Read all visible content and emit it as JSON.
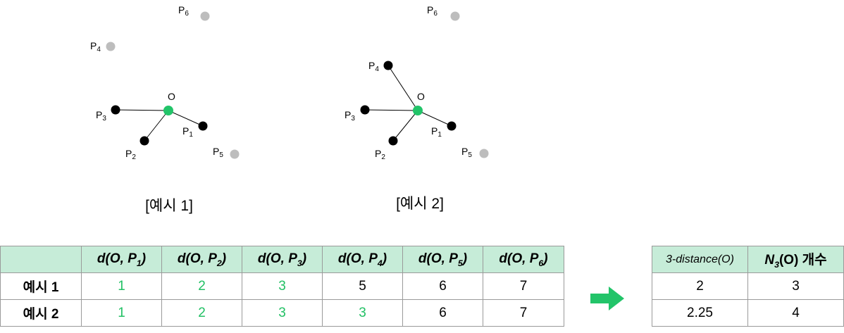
{
  "example1": {
    "caption": "[예시 1]",
    "origin_label": "O",
    "points": [
      {
        "id": "P6",
        "label": "P",
        "sub": "6",
        "state": "gray"
      },
      {
        "id": "P4",
        "label": "P",
        "sub": "4",
        "state": "gray"
      },
      {
        "id": "P3",
        "label": "P",
        "sub": "3",
        "state": "black"
      },
      {
        "id": "P2",
        "label": "P",
        "sub": "2",
        "state": "black"
      },
      {
        "id": "P1",
        "label": "P",
        "sub": "1",
        "state": "black"
      },
      {
        "id": "P5",
        "label": "P",
        "sub": "5",
        "state": "gray"
      }
    ]
  },
  "example2": {
    "caption": "[예시 2]",
    "origin_label": "O",
    "points": [
      {
        "id": "P6",
        "label": "P",
        "sub": "6",
        "state": "gray"
      },
      {
        "id": "P4",
        "label": "P",
        "sub": "4",
        "state": "black"
      },
      {
        "id": "P3",
        "label": "P",
        "sub": "3",
        "state": "black"
      },
      {
        "id": "P2",
        "label": "P",
        "sub": "2",
        "state": "black"
      },
      {
        "id": "P1",
        "label": "P",
        "sub": "1",
        "state": "black"
      },
      {
        "id": "P5",
        "label": "P",
        "sub": "5",
        "state": "gray"
      }
    ]
  },
  "colors": {
    "origin": "#22c469",
    "neighbor": "#000000",
    "other": "#bdbdbd",
    "header_bg": "#c6ecd8",
    "highlight_text": "#21c064",
    "arrow": "#22c469"
  },
  "distance_table": {
    "headers": [
      {
        "pre": "d(O, P",
        "sub": "1",
        "post": ")"
      },
      {
        "pre": "d(O, P",
        "sub": "2",
        "post": ")"
      },
      {
        "pre": "d(O, P",
        "sub": "3",
        "post": ")"
      },
      {
        "pre": "d(O, P",
        "sub": "4",
        "post": ")"
      },
      {
        "pre": "d(O, P",
        "sub": "5",
        "post": ")"
      },
      {
        "pre": "d(O, P",
        "sub": "6",
        "post": ")"
      }
    ],
    "rows": [
      {
        "label": "예시 1",
        "cells": [
          {
            "value": "1",
            "highlight": true
          },
          {
            "value": "2",
            "highlight": true
          },
          {
            "value": "3",
            "highlight": true
          },
          {
            "value": "5",
            "highlight": false
          },
          {
            "value": "6",
            "highlight": false
          },
          {
            "value": "7",
            "highlight": false
          }
        ]
      },
      {
        "label": "예시 2",
        "cells": [
          {
            "value": "1",
            "highlight": true
          },
          {
            "value": "2",
            "highlight": true
          },
          {
            "value": "3",
            "highlight": true
          },
          {
            "value": "3",
            "highlight": true
          },
          {
            "value": "6",
            "highlight": false
          },
          {
            "value": "7",
            "highlight": false
          }
        ]
      }
    ]
  },
  "result_table": {
    "header_distance": "3-distance(O)",
    "header_count_pre": "N",
    "header_count_sub": "3",
    "header_count_post": "(O) 개수",
    "rows": [
      {
        "distance": "2",
        "count": "3"
      },
      {
        "distance": "2.25",
        "count": "4"
      }
    ]
  }
}
